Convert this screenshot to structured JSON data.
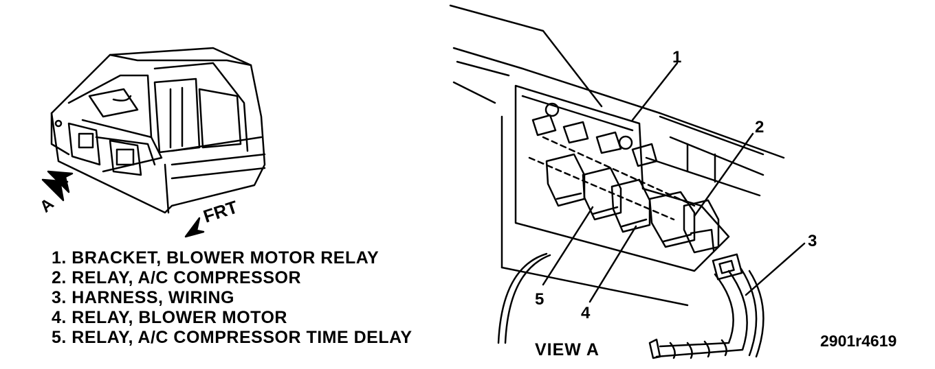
{
  "legend": [
    "1. BRACKET, BLOWER MOTOR RELAY",
    "2. RELAY, A/C COMPRESSOR",
    "3. HARNESS, WIRING",
    "4. RELAY, BLOWER MOTOR",
    "5. RELAY, A/C COMPRESSOR TIME DELAY"
  ],
  "callouts": [
    "1",
    "2",
    "3",
    "4",
    "5"
  ],
  "view_label": "VIEW  A",
  "direction_label": "FRT",
  "arrow_label": "A",
  "figure_code": "2901r4619"
}
